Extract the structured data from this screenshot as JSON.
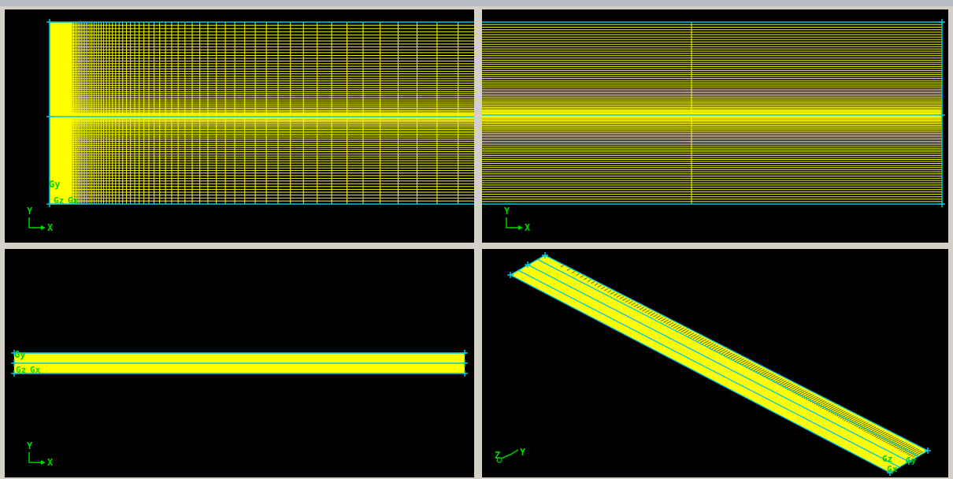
{
  "colors": {
    "background": "#000000",
    "mesh": "#ffff00",
    "edge": "#00c8e0",
    "axis_label": "#00d400",
    "frame": "#d4d0c8"
  },
  "viewports": {
    "top_left": {
      "axis_up": "Y",
      "axis_right": "X",
      "origin_labels": [
        "Gy",
        "Gz",
        "Gx"
      ]
    },
    "top_right": {
      "axis_up": "Y",
      "axis_right": "X"
    },
    "bottom_left": {
      "axis_up": "Y",
      "axis_right": "X",
      "origin_labels": [
        "Gy",
        "Gz",
        "Gx"
      ]
    },
    "bottom_right": {
      "axis_left": "Z",
      "axis_right": "Y",
      "origin_labels": [
        "Gz",
        "Gy",
        "Gx"
      ]
    }
  }
}
